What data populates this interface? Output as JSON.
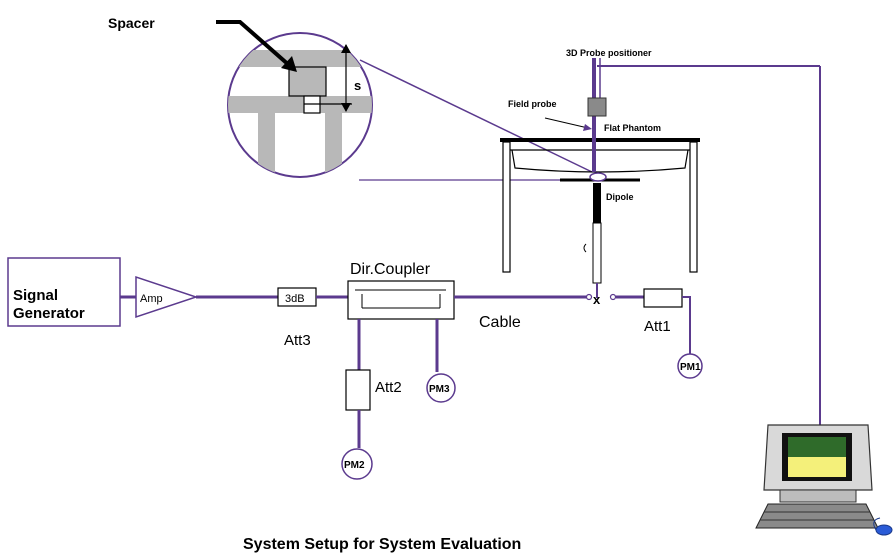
{
  "labels": {
    "spacer": "Spacer",
    "s": "s",
    "probe_positioner": "3D Probe positioner",
    "field_probe": "Field probe",
    "flat_phantom": "Flat Phantom",
    "dipole": "Dipole",
    "signal_gen_line1": "Signal",
    "signal_gen_line2": "Generator",
    "amp": "Amp",
    "att3_box": "3dB",
    "att3": "Att3",
    "dir_coupler": "Dir.Coupler",
    "cable": "Cable",
    "x": "x",
    "att1": "Att1",
    "att2": "Att2",
    "pm1": "PM1",
    "pm2": "PM2",
    "pm3": "PM3",
    "caption": "System Setup for System Evaluation"
  },
  "colors": {
    "wire": "#5b3a8e",
    "screen_top": "#2f6b2a",
    "screen_bottom": "#f4f07a"
  }
}
